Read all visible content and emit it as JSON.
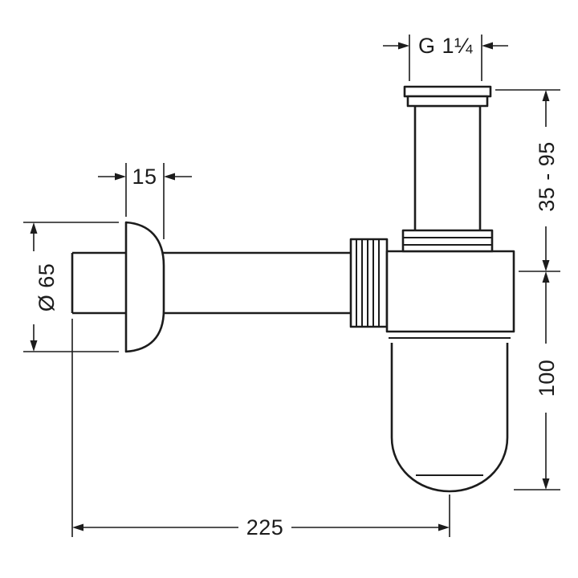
{
  "drawing": {
    "title": "Bottle trap dimensional drawing",
    "labels": {
      "thread": "G 1¼",
      "inlet_height_range": "35 - 95",
      "body_height": "100",
      "escutcheon_depth": "15",
      "escutcheon_diameter": "Ø 65",
      "overall_length": "225"
    },
    "colors": {
      "line": "#1c1c1c",
      "background": "#ffffff"
    }
  }
}
